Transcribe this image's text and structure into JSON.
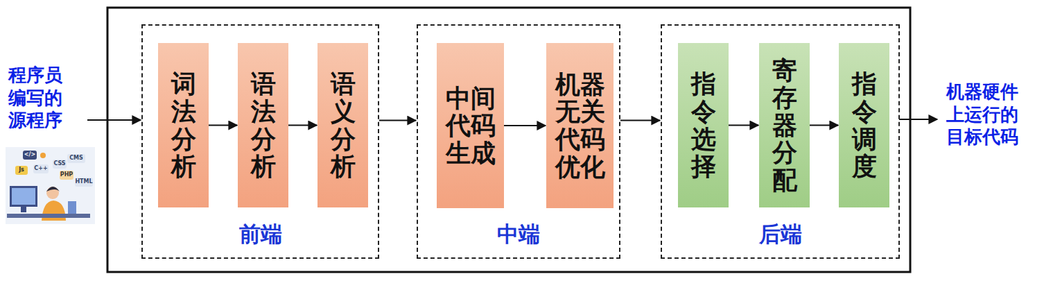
{
  "diagram": {
    "nodes": [
      {
        "text": [
          "前端"
        ]
      },
      {
        "text": [
          "词法分析"
        ],
        "in": 0
      },
      {
        "text": [
          "语法分析"
        ],
        "in": 0
      },
      {
        "text": [
          "语义分析"
        ],
        "in": 0
      },
      {
        "text": [
          "中端"
        ]
      },
      {
        "text": [
          "中间代码生成"
        ],
        "in": 4
      },
      {
        "text": [
          "机器无关代码优化"
        ],
        "in": 4
      },
      {
        "text": [
          "后端"
        ]
      },
      {
        "text": [
          "指令选择"
        ],
        "in": 7
      },
      {
        "text": [
          "寄存器分配"
        ],
        "in": 7
      },
      {
        "text": [
          "指令调度"
        ],
        "in": 7
      }
    ],
    "edges": [
      {
        "from": 1,
        "to": 2,
        "arrow": "to"
      },
      {
        "from": 2,
        "to": 3,
        "arrow": "to"
      },
      {
        "from": 0,
        "to": 4,
        "arrow": "to"
      },
      {
        "from": 5,
        "to": 6,
        "arrow": "to"
      },
      {
        "from": 4,
        "to": 7,
        "arrow": "to"
      },
      {
        "from": 8,
        "to": 9,
        "arrow": "to"
      },
      {
        "from": 9,
        "to": 10,
        "arrow": "to"
      }
    ],
    "labels": [
      "程序员编写的源程序",
      "机器硬件上运行的目标代码",
      "</>",
      "CMS",
      "Js",
      "C++",
      "CSS",
      "PHP",
      "HTML"
    ]
  }
}
